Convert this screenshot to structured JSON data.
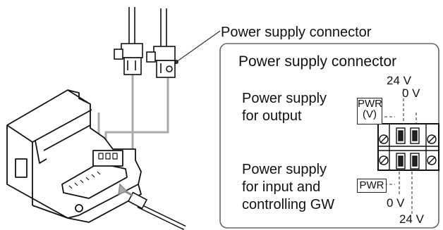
{
  "callout_label": "Power supply connector",
  "panel": {
    "title": "Power supply connector",
    "output_label_line1": "Power supply",
    "output_label_line2": "for output",
    "output_tag_line1": "PWR",
    "output_tag_line2": "(V)",
    "output_plus": "24 V",
    "output_minus": "0 V",
    "input_label_line1": "Power supply",
    "input_label_line2": "for input and",
    "input_label_line3": "controlling GW",
    "input_tag": "PWR",
    "input_minus": "0 V",
    "input_plus": "24 V"
  }
}
